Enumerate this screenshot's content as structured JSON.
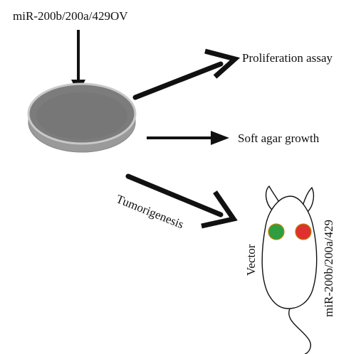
{
  "figure": {
    "top_label": "miR-200b/200a/429OV",
    "outputs": {
      "proliferation": "Proliferation assay",
      "soft_agar": "Soft agar growth",
      "tumorigenesis": "Tumorigenesis"
    },
    "mouse": {
      "left_label": "Vector",
      "right_label": "miR-200b/200a/429",
      "left_tumor_color": "#2e9e3e",
      "right_tumor_color": "#e03030"
    },
    "icons": [
      "petri-dish-icon",
      "mouse-icon",
      "arrow-icon"
    ]
  }
}
